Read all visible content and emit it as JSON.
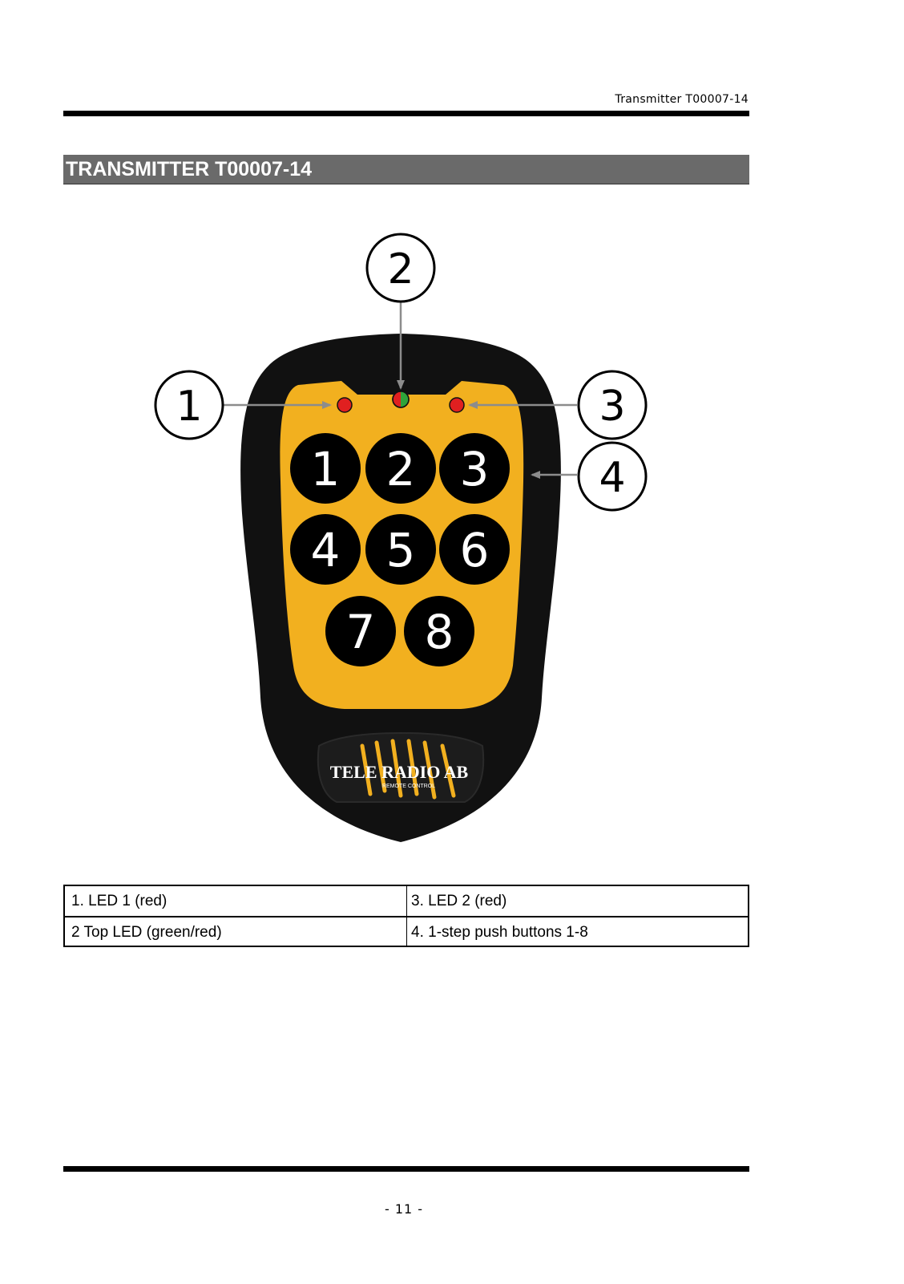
{
  "header": {
    "running_title": "Transmitter T00007-14"
  },
  "section": {
    "title": "TRANSMITTER T00007-14"
  },
  "figure": {
    "callouts": [
      "1",
      "2",
      "3",
      "4"
    ],
    "keypad_buttons": [
      "1",
      "2",
      "3",
      "4",
      "5",
      "6",
      "7",
      "8"
    ],
    "logo_text": "TELE RADIO AB",
    "logo_subtext": "REMOTE CONTROL",
    "colors": {
      "body": "#111111",
      "panel": "#f2b01f",
      "led_red": "#e02020",
      "led_green": "#2fa43a",
      "arrow": "#8c8c8c"
    }
  },
  "legend": {
    "rows": [
      [
        "1. LED 1 (red)",
        "3. LED 2 (red)"
      ],
      [
        "2 Top LED (green/red)",
        "4. 1-step push buttons 1-8"
      ]
    ]
  },
  "footer": {
    "page_number": "- 11 -"
  }
}
